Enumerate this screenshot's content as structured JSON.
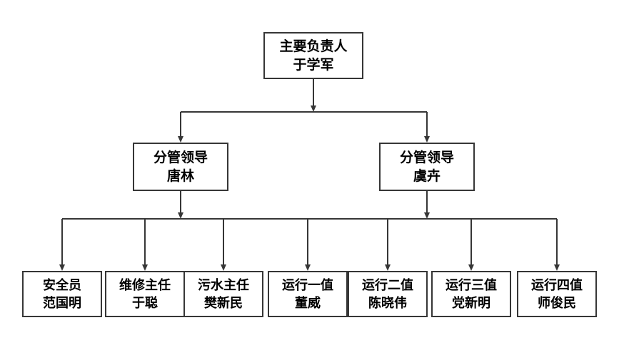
{
  "colors": {
    "line": "#363636",
    "box_border": "#363636",
    "text": "#000000",
    "background": "#ffffff"
  },
  "org_chart": {
    "root": {
      "title": "主要负责人",
      "name": "于学军"
    },
    "managers": [
      {
        "title": "分管领导",
        "name": "唐林"
      },
      {
        "title": "分管领导",
        "name": "虞卉"
      }
    ],
    "staff": [
      {
        "title": "安全员",
        "name": "范国明"
      },
      {
        "title": "维修主任",
        "name": "于聪"
      },
      {
        "title": "污水主任",
        "name": "樊新民"
      },
      {
        "title": "运行一值",
        "name": "董威"
      },
      {
        "title": "运行二值",
        "name": "陈晓伟"
      },
      {
        "title": "运行三值",
        "name": "党新明"
      },
      {
        "title": "运行四值",
        "name": "师俊民"
      }
    ]
  }
}
